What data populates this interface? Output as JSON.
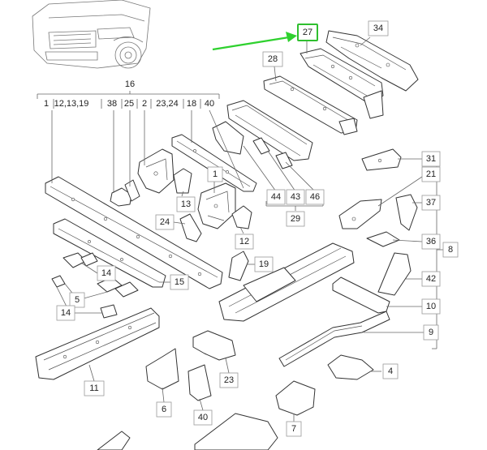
{
  "callouts": {
    "c27": "27",
    "c34": "34",
    "c28": "28",
    "c16": "16",
    "c31": "31",
    "c21": "21",
    "c37": "37",
    "c36": "36",
    "c8": "8",
    "c42": "42",
    "c10": "10",
    "c9": "9",
    "c4": "4",
    "c13": "13",
    "c1": "1",
    "c24": "24",
    "c12": "12",
    "c19": "19",
    "c14a": "14",
    "c15": "15",
    "c5": "5",
    "c14b": "14",
    "c44": "44",
    "c43": "43",
    "c46": "46",
    "c29": "29",
    "c11": "11",
    "c6": "6",
    "c40": "40",
    "c23": "23",
    "c7": "7"
  },
  "group16": [
    "1",
    "12,13,19",
    "38",
    "25",
    "2",
    "23,24",
    "18",
    "40"
  ],
  "highlight": {
    "color": "#2fbf2f",
    "target": "27"
  }
}
